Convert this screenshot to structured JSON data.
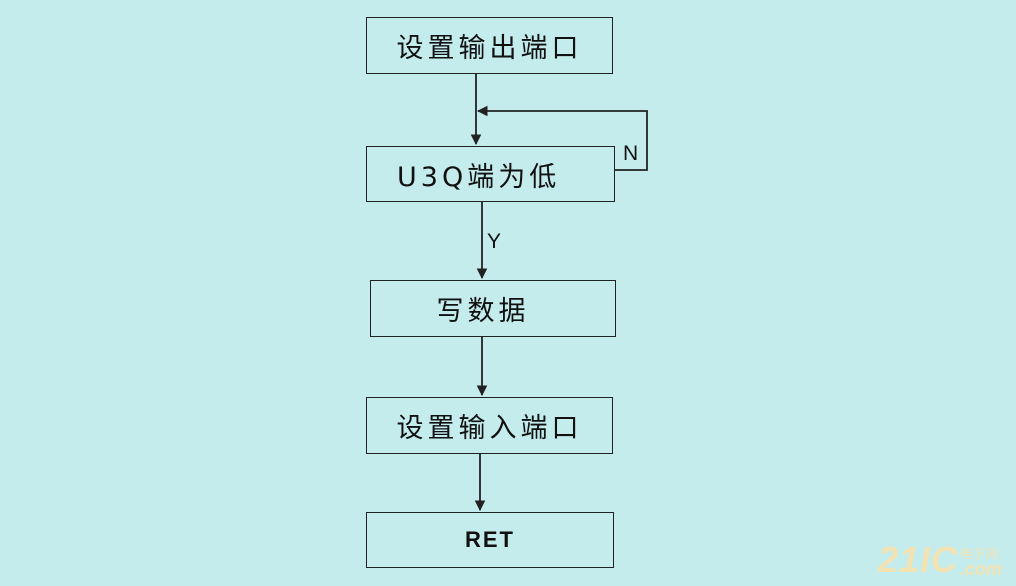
{
  "flowchart": {
    "steps": [
      {
        "label": "设置输出端口"
      },
      {
        "label": "U3Q端为低"
      },
      {
        "label": "写数据"
      },
      {
        "label": "设置输入端口"
      },
      {
        "label": "RET"
      }
    ],
    "branch_labels": {
      "no": "N",
      "yes": "Y"
    }
  },
  "watermark": {
    "brand": "21IC",
    "subtitle": "电子网",
    "domain": ".com"
  },
  "colors": {
    "background": "#c5ecec",
    "line": "#222222",
    "watermark": "#f3e3b3"
  }
}
